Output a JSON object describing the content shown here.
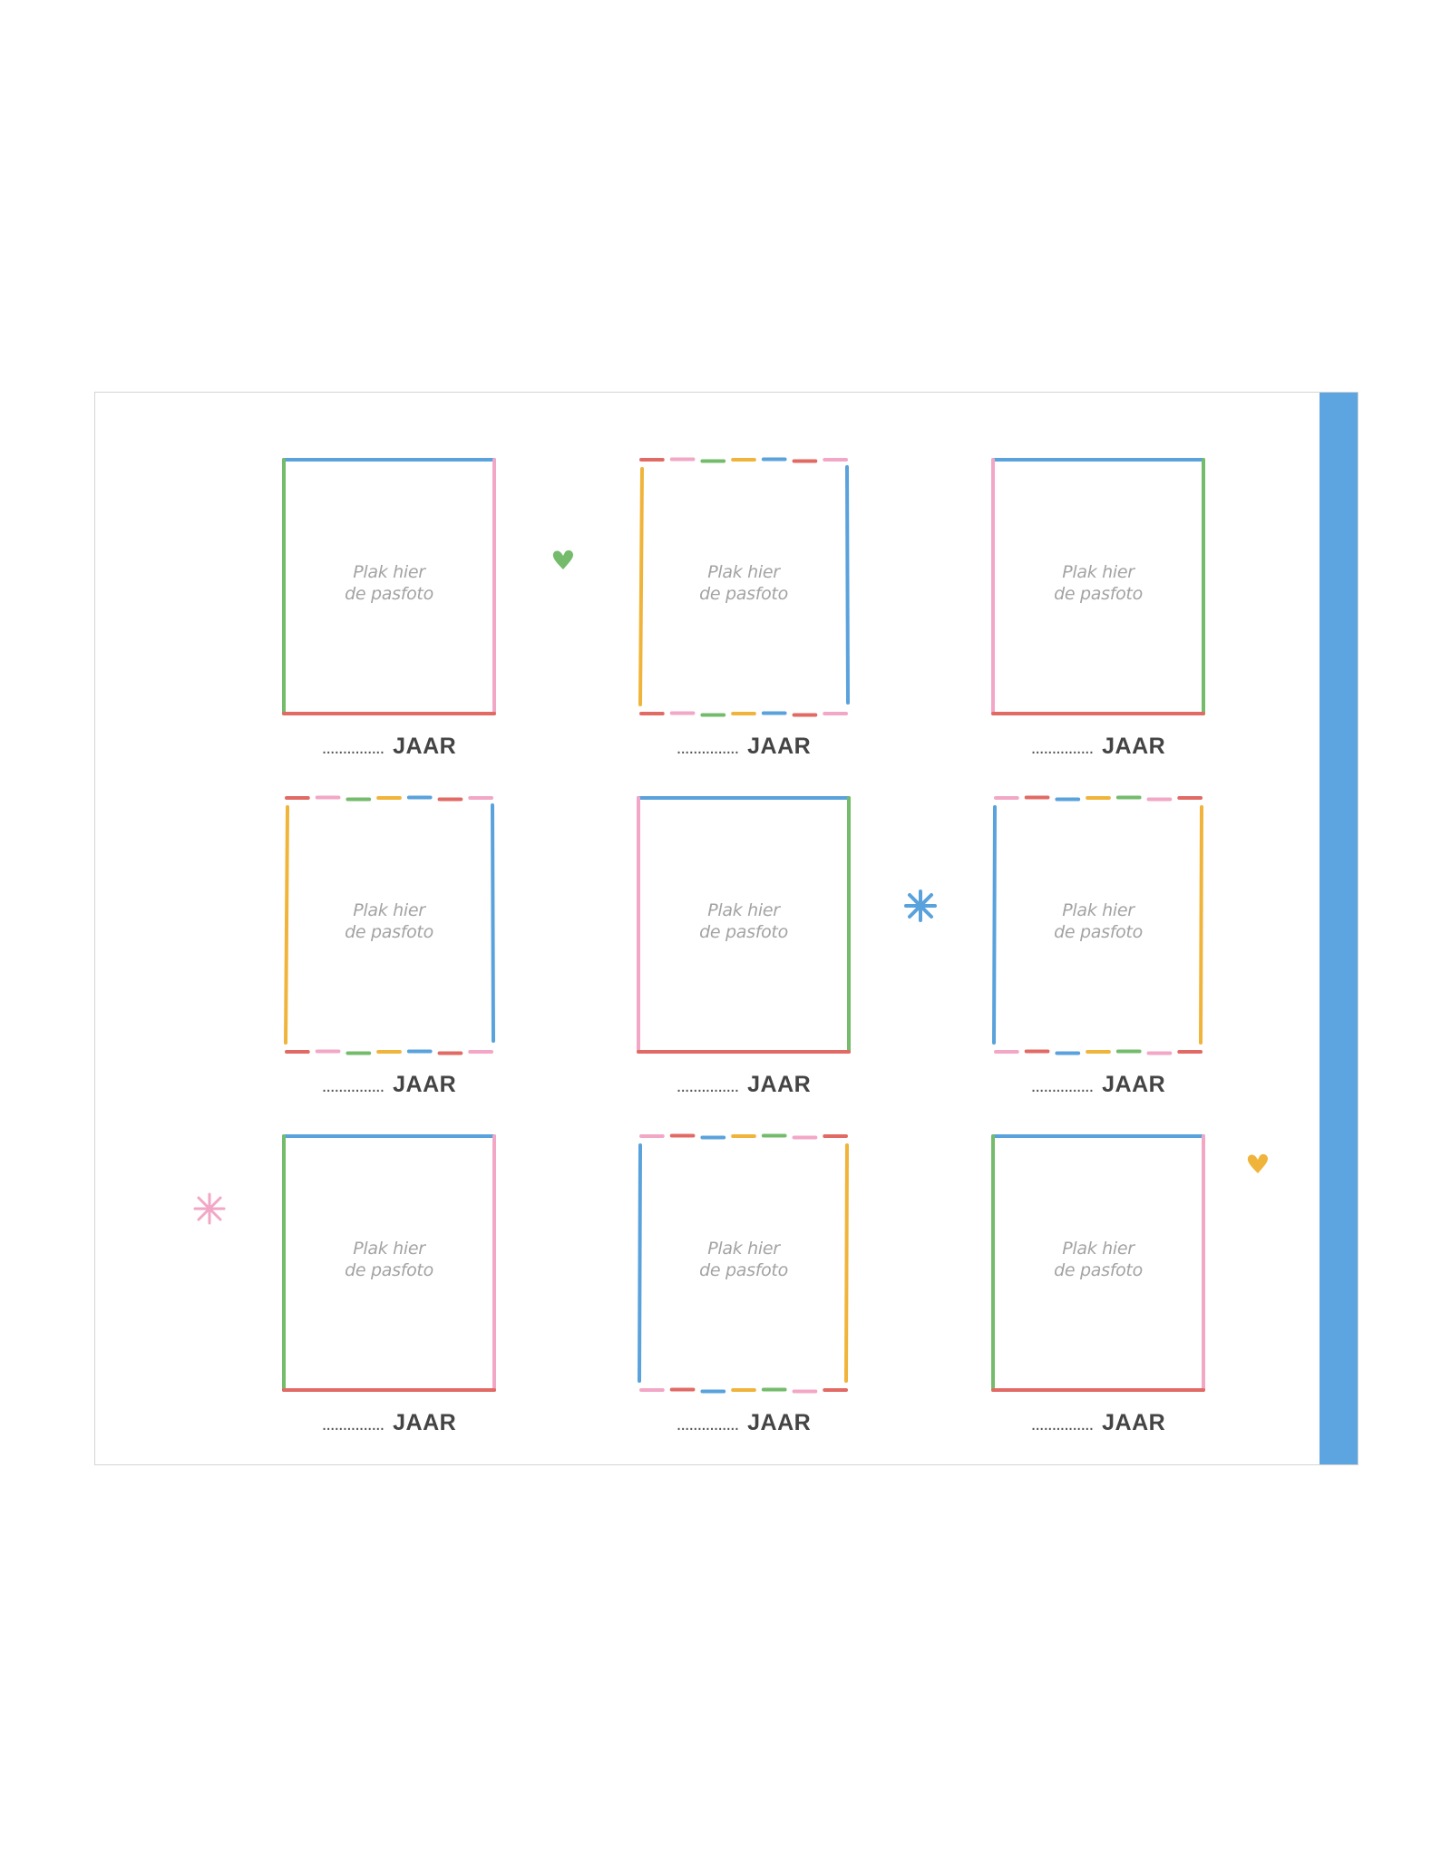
{
  "colors": {
    "accent_strip": "#5da5e0",
    "blue": "#5aa2dc",
    "green": "#74bb6c",
    "pink": "#f2a7c6",
    "red": "#e16a64",
    "yellow": "#f0b43a"
  },
  "slots": [
    {
      "placeholder_line1": "Plak hier",
      "placeholder_line2": "de pasfoto",
      "dots": "...............",
      "label": "JAAR",
      "style": "solid-a"
    },
    {
      "placeholder_line1": "Plak hier",
      "placeholder_line2": "de pasfoto",
      "dots": "...............",
      "label": "JAAR",
      "style": "dashed-a"
    },
    {
      "placeholder_line1": "Plak hier",
      "placeholder_line2": "de pasfoto",
      "dots": "...............",
      "label": "JAAR",
      "style": "solid-b"
    },
    {
      "placeholder_line1": "Plak hier",
      "placeholder_line2": "de pasfoto",
      "dots": "...............",
      "label": "JAAR",
      "style": "dashed-a"
    },
    {
      "placeholder_line1": "Plak hier",
      "placeholder_line2": "de pasfoto",
      "dots": "...............",
      "label": "JAAR",
      "style": "solid-c"
    },
    {
      "placeholder_line1": "Plak hier",
      "placeholder_line2": "de pasfoto",
      "dots": "...............",
      "label": "JAAR",
      "style": "dashed-b"
    },
    {
      "placeholder_line1": "Plak hier",
      "placeholder_line2": "de pasfoto",
      "dots": "...............",
      "label": "JAAR",
      "style": "solid-a"
    },
    {
      "placeholder_line1": "Plak hier",
      "placeholder_line2": "de pasfoto",
      "dots": "...............",
      "label": "JAAR",
      "style": "dashed-b"
    },
    {
      "placeholder_line1": "Plak hier",
      "placeholder_line2": "de pasfoto",
      "dots": "...............",
      "label": "JAAR",
      "style": "solid-d"
    }
  ],
  "decorations": [
    {
      "icon": "heart-icon",
      "color": "#74bb6c"
    },
    {
      "icon": "asterisk-icon",
      "color": "#5aa2dc"
    },
    {
      "icon": "asterisk-icon",
      "color": "#f2a7c6"
    },
    {
      "icon": "heart-icon",
      "color": "#f0b43a"
    }
  ]
}
